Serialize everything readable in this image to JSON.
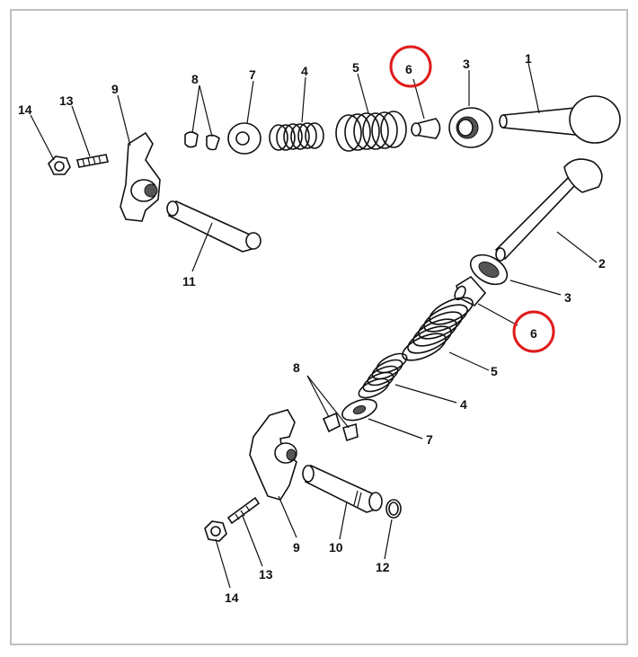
{
  "diagram": {
    "highlight_color": "#e01b1b",
    "labels": {
      "top_1": "1",
      "top_3": "3",
      "top_6": "6",
      "top_5": "5",
      "top_4": "4",
      "top_7": "7",
      "top_8": "8",
      "top_9": "9",
      "top_13": "13",
      "top_14": "14",
      "top_11": "11",
      "low_2": "2",
      "low_3": "3",
      "low_6": "6",
      "low_5": "5",
      "low_4": "4",
      "low_7": "7",
      "low_8": "8",
      "low_9": "9",
      "low_10": "10",
      "low_12": "12",
      "low_13": "13",
      "low_14": "14"
    }
  }
}
